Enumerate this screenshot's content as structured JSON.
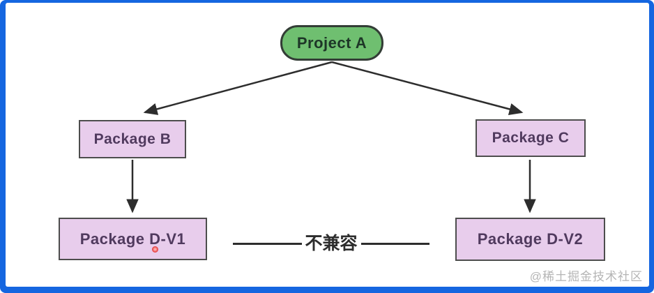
{
  "diagram": {
    "nodes": {
      "project_a": {
        "label": "Project A"
      },
      "package_b": {
        "label": "Package B"
      },
      "package_c": {
        "label": "Package C"
      },
      "package_d_v1": {
        "label": "Package D-V1"
      },
      "package_d_v2": {
        "label": "Package D-V2"
      }
    },
    "edges": [
      {
        "from": "project_a",
        "to": "package_b"
      },
      {
        "from": "project_a",
        "to": "package_c"
      },
      {
        "from": "package_b",
        "to": "package_d_v1"
      },
      {
        "from": "package_c",
        "to": "package_d_v2"
      }
    ],
    "separator": {
      "label": "不兼容"
    },
    "colors": {
      "frame_blue": "#1566e0",
      "node_green_fill": "#6fbf70",
      "node_green_border": "#333d36",
      "node_green_text": "#1d3627",
      "node_pink_fill": "#e8cdec",
      "node_pink_border": "#4d4d4d",
      "node_pink_text": "#503a5e",
      "arrow": "#2d2d2d",
      "pointer_dot_red": "#e02626",
      "watermark_gray": "#b5b5b5"
    }
  },
  "watermark": {
    "text": "@稀土掘金技术社区"
  }
}
